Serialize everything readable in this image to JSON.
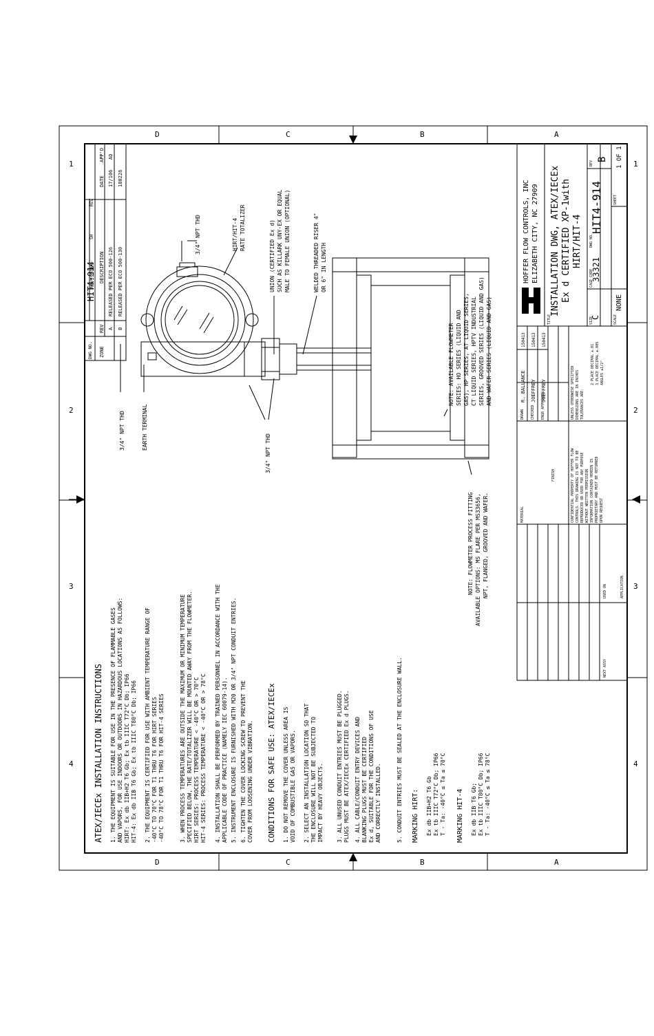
{
  "zones": {
    "left_letters": [
      "D",
      "C",
      "B",
      "A"
    ],
    "right_letters": [
      "D",
      "C",
      "B",
      "A"
    ],
    "top_numbers": [
      "1",
      "2",
      "3",
      "4"
    ],
    "bottom_numbers": [
      "1",
      "2",
      "3",
      "4"
    ]
  },
  "revisions": {
    "dwg_no_label": "DWG NO.",
    "dwg_no": "HIT4-914",
    "sh_label": "SH",
    "rev_label": "REV",
    "title": "REVISIONS",
    "headers": {
      "zone": "ZONE",
      "rev": "REV",
      "description": "DESCRIPTION",
      "date": "DATE",
      "approved": "APP'D"
    },
    "rows": [
      {
        "zone": "",
        "rev": "A",
        "description": "RELEASED PER ECO 500-126",
        "date": "17/106",
        "approved": "AD"
      },
      {
        "zone": "",
        "rev": "B",
        "description": "RELEASED PER ECO 500-130",
        "date": "180226",
        "approved": ""
      }
    ]
  },
  "callouts": {
    "npt_top": "3/4\" NPT THD",
    "transmitter": [
      "HIRT/HIT-4",
      "RATE TOTALIZER"
    ],
    "union": [
      "UNION (CERTIFIED Ex d)",
      "SUCH AS KILLARK UNY-EX OR EQUAL",
      "MALE TO FEMALE UNION (OPTIONAL)"
    ],
    "welded_pipe": [
      "WELDED THREADED RISER 4\"",
      "OR 6\" IN LENGTH"
    ],
    "npt_left": "3/4\" NPT THD",
    "earth_terminal": "EARTH TERMINAL",
    "npt_bottom": "3/4\" NPT THD",
    "flowmeter_note": [
      "NOTE: AVAILABLE FLOWMETER",
      "SERIES: HO SERIES (LIQUID AND",
      "GAS), HP SERIES, AT LIQUID SERIES,",
      "CT LIQUID SERIES, HPTV INDUSTRIAL",
      "SERIES, GROOVED SERIES (LIQUID AND GAS)",
      "AND WAFER SERIES (LIQUID AND GAS)"
    ],
    "fitting_note": [
      "NOTE: FLOWMETER PROCESS FITTING",
      "AVAILABLE OPTIONS: MS FLARE PER MS33656,",
      "NPT, FLANGED, GROOVED AND WAFER."
    ]
  },
  "instructions": {
    "heading": "ATEX/IECEx INSTALLATION INSTRUCTIONS",
    "items": [
      "1. THE EQUIPMENT IS SUITABLE FOR USE IN THE PRESENCE OF FLAMMABLE GASES",
      "    AND VAPORS, FOR USE INDOORS OR OUTDOORS IN HAZARDOUS LOCATIONS AS FOLLOWS:",
      "    HIRT: Ex db IIB+H2 T6 Gb; Ex tb IIIC T72°C Db; IP66",
      "    HIT-4: Ex db IIB T6 Gb; Ex tb IIIC T80°C Db; IP66",
      "2. THE EQUIPMENT IS CERTIFIED FOR USE WITH AMBIENT TEMPERATURE RANGE OF",
      "    -40°C TO 70°C FOR T1 THRU T6 FOR HIRT SERIES",
      "    -40°C TO 78°C FOR T1 THRU T6 FOR HIT-4 SERIES",
      "3. WHEN PROCESS TEMPERATURES ARE OUTSIDE THE MAXIMUM OR MINIMUM TEMPERATURE",
      "    SPECIFIED BELOW, THE RATE/TOTALIZER WILL BE MOUNTED AWAY FROM THE FLOWMETER.",
      "    HIRT SERIES: PROCESS TEMPERATURE < -40°C OR > 70°C",
      "    HIT-4 SERIES: PROCESS TEMPERATURE < -40°C OR > 78°C",
      "4. INSTALLATION SHALL BE PERFORMED BY TRAINED PERSONNEL IN ACCORDANCE WITH THE",
      "    APPLICABLE CODE OF PRACTICE (NAMELY IEC 60079-14).",
      "5. INSTRUMENT ENCLOSURE IS FURNISHED WITH M20 OR 3/4\" NPT CONDUIT ENTRIES.",
      "6. TIGHTEN THE COVER LOCKING SCREW TO PREVENT THE",
      "    COVER FROM LOOSENING UNDER VIBRATION."
    ],
    "conditions_heading": "CONDITIONS FOR SAFE USE: ATEX/IECEx",
    "conditions": [
      "1. DO NOT REMOVE THE COVER UNLESS AREA IS",
      "    VOID OF COMBUSTIBLE GAS OR VAPORS.",
      "2. SELECT AN INSTALLATION LOCATION SO THAT",
      "    THE ENCLOSURE WILL NOT BE SUBJECTED TO",
      "    IMPACT BY HEAVY OBJECTS.",
      "3. ALL UNUSED CONDUIT ENTRIES MUST BE PLUGGED.",
      "    PLUGS MUST BE ATEX/IECEx CERTIFIED Ex d PLUGS.",
      "4. ALL CABLE/CONDUIT ENTRY DEVICES AND",
      "    BLANKING PLUGS MUST BE CERTIFIED",
      "    Ex d, SUITABLE FOR THE CONDITIONS OF USE",
      "    AND CORRECTLY INSTALLED.",
      "5. CONDUIT ENTRIES MUST BE SEALED AT THE ENCLOSURE WALL."
    ],
    "marking_hirt_heading": "MARKING HIRT:",
    "marking_hirt": [
      "Ex db IIB+H2 T6 Gb",
      "Ex tb IIIC T72°C Db; IP66",
      "T - Ta: -40°C ≤ Ta ≤ 70°C"
    ],
    "marking_hit4_heading": "MARKING HIT-4",
    "marking_hit4": [
      "Ex db IIB T6 Gb;",
      "Ex tb IIIC T80°C Db; IP66",
      "T - Ta: -40°C ≤ Ta ≤ 78°C"
    ]
  },
  "title_block": {
    "company": "HOFFER FLOW CONTROLS, INC",
    "city": "ELIZABETH CITY, NC 27909",
    "title_label": "TITLE",
    "title": [
      "INSTALLATION DWG, ATEX/IECEx",
      "Ex d CERTIFIED XP-1with",
      "HIRT/HIT-4"
    ],
    "size_label": "SIZE",
    "size": "C",
    "code_label": "CAGE CODE",
    "code": "33321",
    "dwg_no_label": "DWG NO.",
    "dwg_no": "HIT4-914",
    "rev_label": "REV",
    "rev": "B",
    "scale_label": "SCALE",
    "scale": "NONE",
    "sheet_label": "SHEET",
    "sheet": "1 OF 1",
    "drawn_label": "DRAWN",
    "drawn_by": "R. BALLANCE",
    "drawn_date": "150413",
    "checked_label": "CHECKED",
    "checked_by": "JOEFFREY",
    "checked_date": "150413",
    "approved_label": "ENGR APPROVED",
    "approved_by": "JOEFFREY",
    "approved_date": "150413",
    "material_label": "MATERIAL",
    "finish_label": "FINISH",
    "next_assy_label": "NEXT ASSY",
    "used_on_label": "USED ON",
    "application_label": "APPLICATION",
    "tolerance_note": [
      "UNLESS OTHERWISE SPECIFIED",
      "DIMENSIONS ARE IN INCHES",
      "TOLERANCES ARE:",
      "2 PLACE DECIMAL ±.01",
      "3 PLACE DECIMAL ±.005",
      "ANGLES ±1/2°"
    ],
    "confidential_note": [
      "CONFIDENTIAL PROPERTY OF HOFFER FLOW",
      "CONTROLS. THIS DRAWING IS NOT TO BE",
      "REPRODUCED OR USED FOR ANY PURPOSE",
      "WITHOUT WRITTEN PERMISSION",
      "INFORMATION CONTAINED HEREIN IS",
      "PROPRIETARY AND MUST BE RETURNED",
      "UPON REQUEST"
    ]
  }
}
